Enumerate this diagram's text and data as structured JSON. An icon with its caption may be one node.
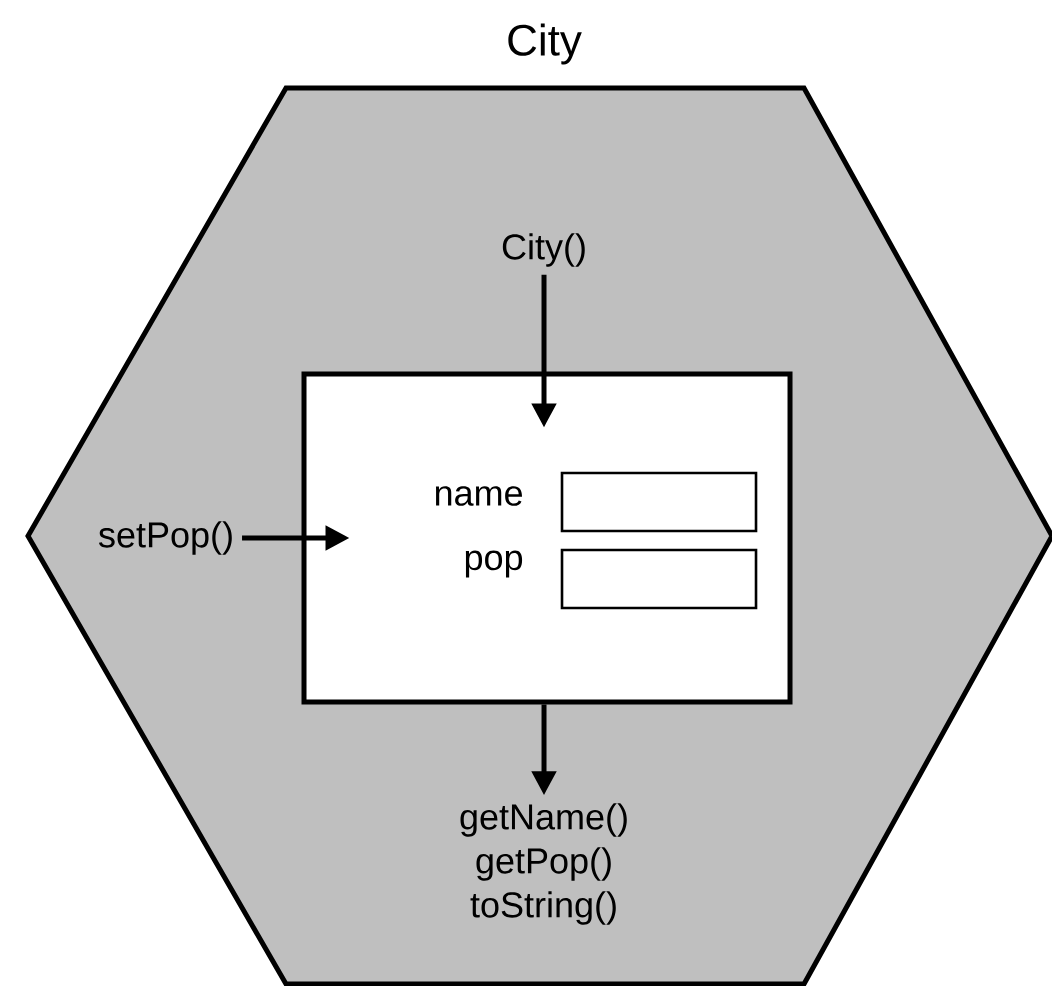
{
  "diagram": {
    "nodes": [
      {
        "text": [
          "City"
        ]
      },
      {
        "text": [
          "City()"
        ],
        "in": 0
      },
      {
        "text": [
          "name",
          "pop"
        ],
        "in": 0
      },
      {
        "text": [],
        "shape": "box",
        "in": 2
      },
      {
        "text": [],
        "shape": "box",
        "in": 2
      },
      {
        "text": [
          "setPop()"
        ],
        "in": 0
      },
      {
        "text": [
          "getName()",
          "getPop()",
          "toString()"
        ],
        "in": 0
      }
    ],
    "edges": [
      {
        "from": 1,
        "to": 2,
        "arrow": "to"
      },
      {
        "from": 5,
        "to": 2,
        "arrow": "to"
      },
      {
        "from": 2,
        "to": 6,
        "arrow": "to"
      }
    ]
  }
}
